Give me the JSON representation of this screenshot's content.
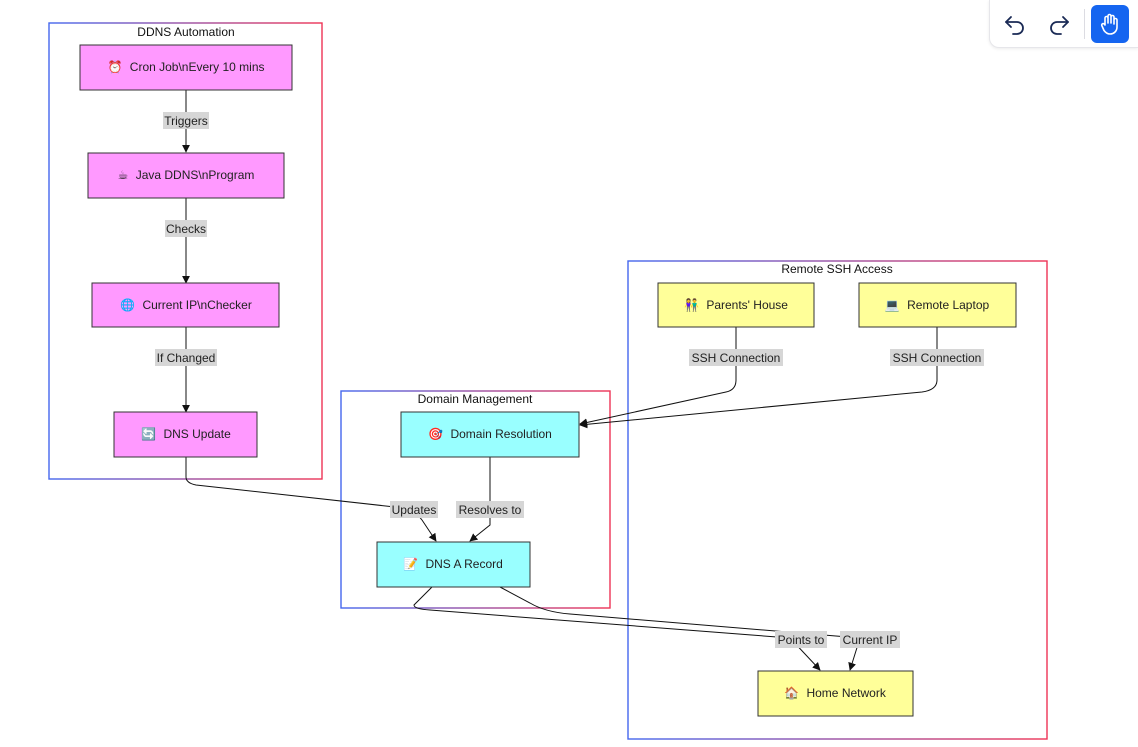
{
  "clusters": {
    "ddns": {
      "title": "DDNS Automation"
    },
    "domain": {
      "title": "Domain Management"
    },
    "ssh": {
      "title": "Remote SSH Access"
    }
  },
  "nodes": {
    "cron": {
      "emoji": "⏰",
      "label": "Cron Job\\nEvery 10 mins"
    },
    "java": {
      "emoji": "☕",
      "label": "Java DDNS\\nProgram"
    },
    "ipcheck": {
      "emoji": "🌐",
      "label": "Current IP\\nChecker"
    },
    "dnsupd": {
      "emoji": "🔄",
      "label": "DNS Update"
    },
    "domres": {
      "emoji": "🎯",
      "label": "Domain Resolution"
    },
    "arecord": {
      "emoji": "📝",
      "label": "DNS A Record"
    },
    "parents": {
      "emoji": "👫",
      "label": "Parents' House"
    },
    "laptop": {
      "emoji": "💻",
      "label": "Remote Laptop"
    },
    "home": {
      "emoji": "🏠",
      "label": "Home Network"
    }
  },
  "edges": {
    "triggers": "Triggers",
    "checks": "Checks",
    "ifchanged": "If Changed",
    "updates": "Updates",
    "resolves": "Resolves to",
    "ssh1": "SSH Connection",
    "ssh2": "SSH Connection",
    "pointsto": "Points to",
    "currentip": "Current IP"
  },
  "colors": {
    "ddns_fill": "#ff99ff",
    "domain_fill": "#99ffff",
    "ssh_fill": "#ffff99",
    "cluster_border_left": "#4466ee",
    "cluster_border_right": "#ee3355"
  },
  "toolbar": {
    "undo_icon": "undo-icon",
    "redo_icon": "redo-icon",
    "pan_icon": "hand-icon"
  }
}
